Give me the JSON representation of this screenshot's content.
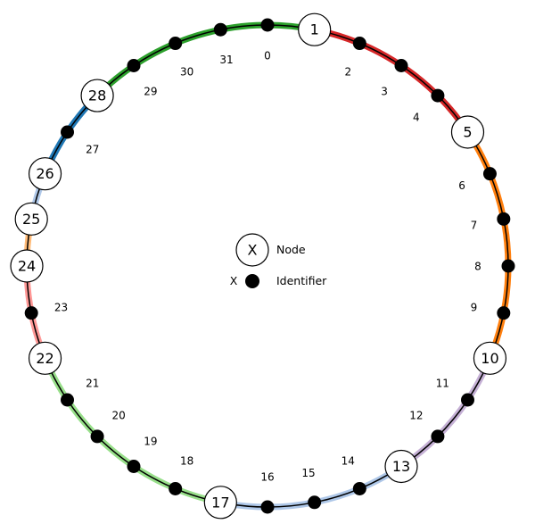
{
  "ring": {
    "identifier_count": 32,
    "identifiers": [
      "0",
      "1",
      "2",
      "3",
      "4",
      "5",
      "6",
      "7",
      "8",
      "9",
      "10",
      "11",
      "12",
      "13",
      "14",
      "15",
      "16",
      "17",
      "18",
      "19",
      "20",
      "21",
      "22",
      "23",
      "24",
      "25",
      "26",
      "27",
      "28",
      "29",
      "30",
      "31"
    ],
    "nodes": [
      {
        "id": 1,
        "label": "1",
        "arc_color": "#2ca02c"
      },
      {
        "id": 5,
        "label": "5",
        "arc_color": "#d62728"
      },
      {
        "id": 10,
        "label": "10",
        "arc_color": "#ff7f0e"
      },
      {
        "id": 13,
        "label": "13",
        "arc_color": "#c5b0d5"
      },
      {
        "id": 17,
        "label": "17",
        "arc_color": "#aec7e8"
      },
      {
        "id": 22,
        "label": "22",
        "arc_color": "#98df8a"
      },
      {
        "id": 24,
        "label": "24",
        "arc_color": "#ff9896"
      },
      {
        "id": 25,
        "label": "25",
        "arc_color": "#ffbb78"
      },
      {
        "id": 26,
        "label": "26",
        "arc_color": "#aec7e8"
      },
      {
        "id": 28,
        "label": "28",
        "arc_color": "#1f77b4"
      }
    ]
  },
  "legend": {
    "node_symbol": "X",
    "node_label": "Node",
    "identifier_symbol": "X",
    "identifier_label": "Identifier"
  },
  "colors": {
    "ring_line": "#000000",
    "node_fill": "#ffffff",
    "identifier_dot": "#000000"
  }
}
